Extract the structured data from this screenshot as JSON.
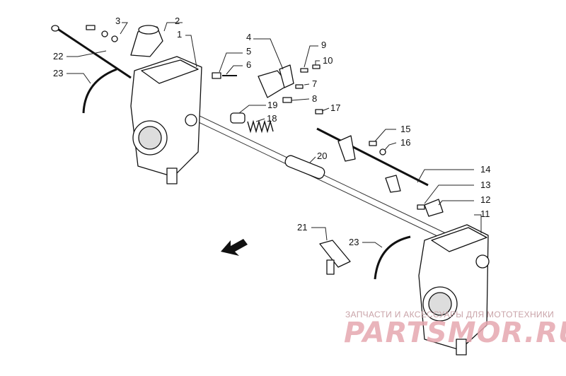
{
  "callouts": [
    {
      "id": "1",
      "text": "1"
    },
    {
      "id": "2",
      "text": "2"
    },
    {
      "id": "3",
      "text": "3"
    },
    {
      "id": "4",
      "text": "4"
    },
    {
      "id": "5",
      "text": "5"
    },
    {
      "id": "6",
      "text": "6"
    },
    {
      "id": "7",
      "text": "7"
    },
    {
      "id": "8",
      "text": "8"
    },
    {
      "id": "9",
      "text": "9"
    },
    {
      "id": "10",
      "text": "10"
    },
    {
      "id": "11",
      "text": "11"
    },
    {
      "id": "12",
      "text": "12"
    },
    {
      "id": "13",
      "text": "13"
    },
    {
      "id": "14",
      "text": "14"
    },
    {
      "id": "15",
      "text": "15"
    },
    {
      "id": "16",
      "text": "16"
    },
    {
      "id": "17",
      "text": "17"
    },
    {
      "id": "18",
      "text": "18"
    },
    {
      "id": "19",
      "text": "19"
    },
    {
      "id": "20",
      "text": "20"
    },
    {
      "id": "21",
      "text": "21"
    },
    {
      "id": "22",
      "text": "22"
    },
    {
      "id": "23a",
      "text": "23"
    },
    {
      "id": "23b",
      "text": "23"
    }
  ],
  "watermark": {
    "tagline": "ЗАПЧАСТИ И АКСЕССУАРЫ ДЛЯ МОТОТЕХНИКИ",
    "logo": "PARTSMOR.RU"
  },
  "colors": {
    "ink": "#111111",
    "watermark": "#e6a8b0"
  }
}
